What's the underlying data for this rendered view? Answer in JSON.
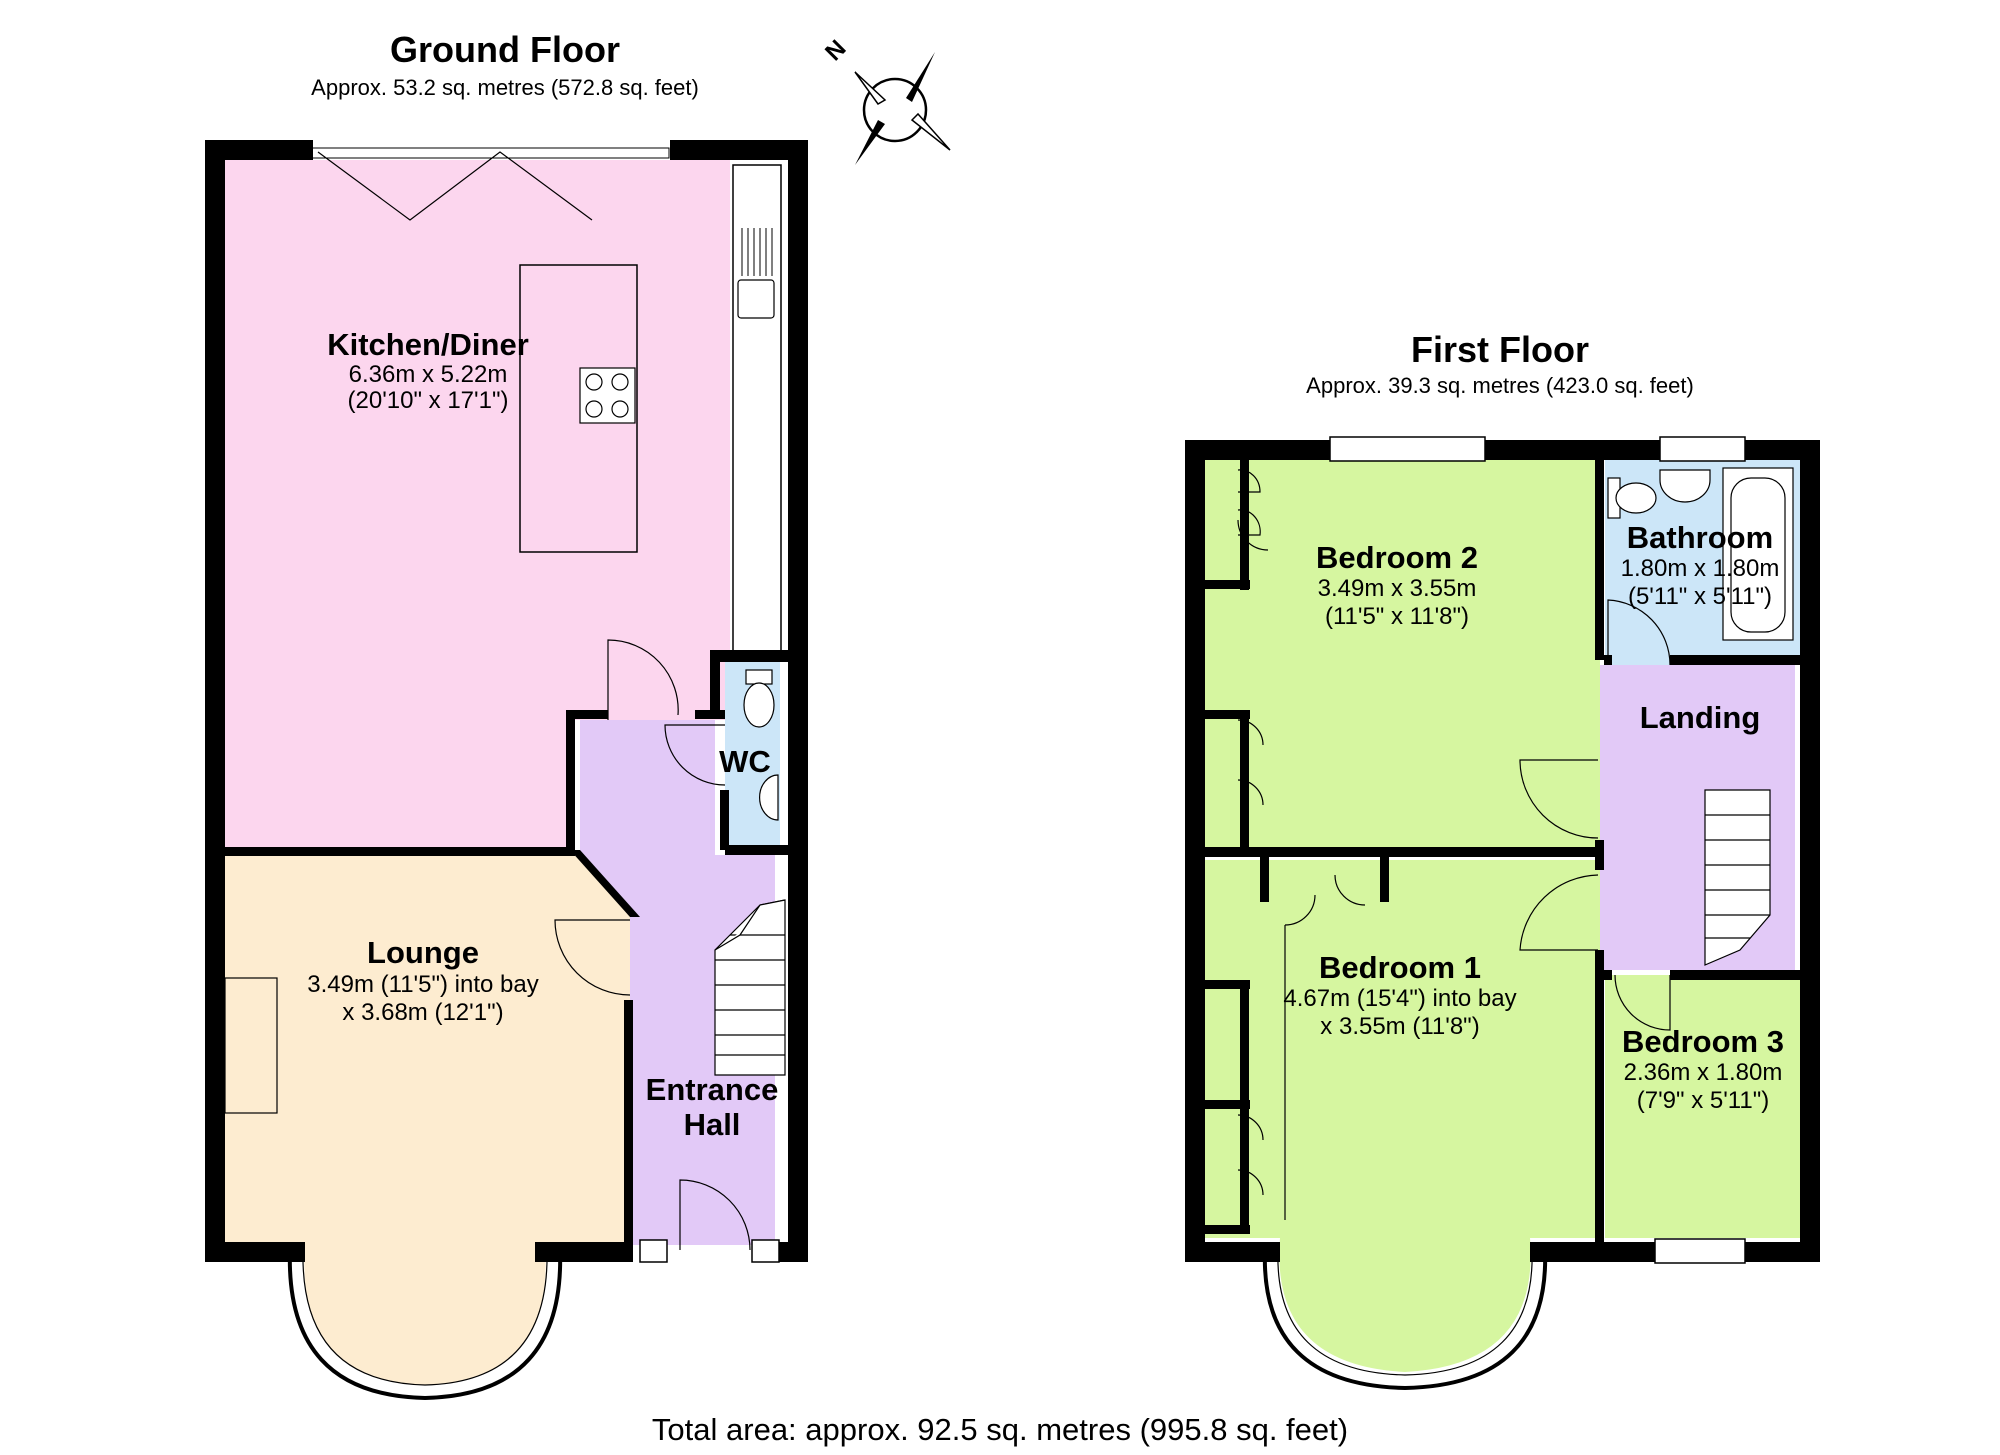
{
  "colors": {
    "kitchen": "#fcd6ee",
    "lounge": "#fdecd0",
    "hall": "#e2c9f7",
    "wc": "#cce6f8",
    "bedroom": "#d6f6a0",
    "bathroom": "#cce6f8",
    "landing": "#e2c9f7",
    "wall": "#000000"
  },
  "ground_floor": {
    "title": "Ground Floor",
    "area": "Approx. 53.2 sq. metres (572.8 sq. feet)",
    "rooms": {
      "kitchen": {
        "name": "Kitchen/Diner",
        "dim1": "6.36m x 5.22m",
        "dim2": "(20'10\" x 17'1\")"
      },
      "lounge": {
        "name": "Lounge",
        "dim1": "3.49m (11'5\") into bay",
        "dim2": "x 3.68m (12'1\")"
      },
      "wc": {
        "name": "WC"
      },
      "hall": {
        "name1": "Entrance",
        "name2": "Hall"
      }
    }
  },
  "first_floor": {
    "title": "First Floor",
    "area": "Approx. 39.3 sq. metres (423.0 sq. feet)",
    "rooms": {
      "bedroom2": {
        "name": "Bedroom 2",
        "dim1": "3.49m x 3.55m",
        "dim2": "(11'5\" x 11'8\")"
      },
      "bathroom": {
        "name": "Bathroom",
        "dim1": "1.80m x 1.80m",
        "dim2": "(5'11\" x 5'11\")"
      },
      "landing": {
        "name": "Landing"
      },
      "bedroom1": {
        "name": "Bedroom 1",
        "dim1": "4.67m (15'4\") into bay",
        "dim2": "x 3.55m (11'8\")"
      },
      "bedroom3": {
        "name": "Bedroom 3",
        "dim1": "2.36m x 1.80m",
        "dim2": "(7'9\" x 5'11\")"
      }
    }
  },
  "compass": {
    "label": "N",
    "icon": "compass-icon"
  },
  "total_area": "Total area: approx. 92.5 sq. metres (995.8 sq. feet)"
}
